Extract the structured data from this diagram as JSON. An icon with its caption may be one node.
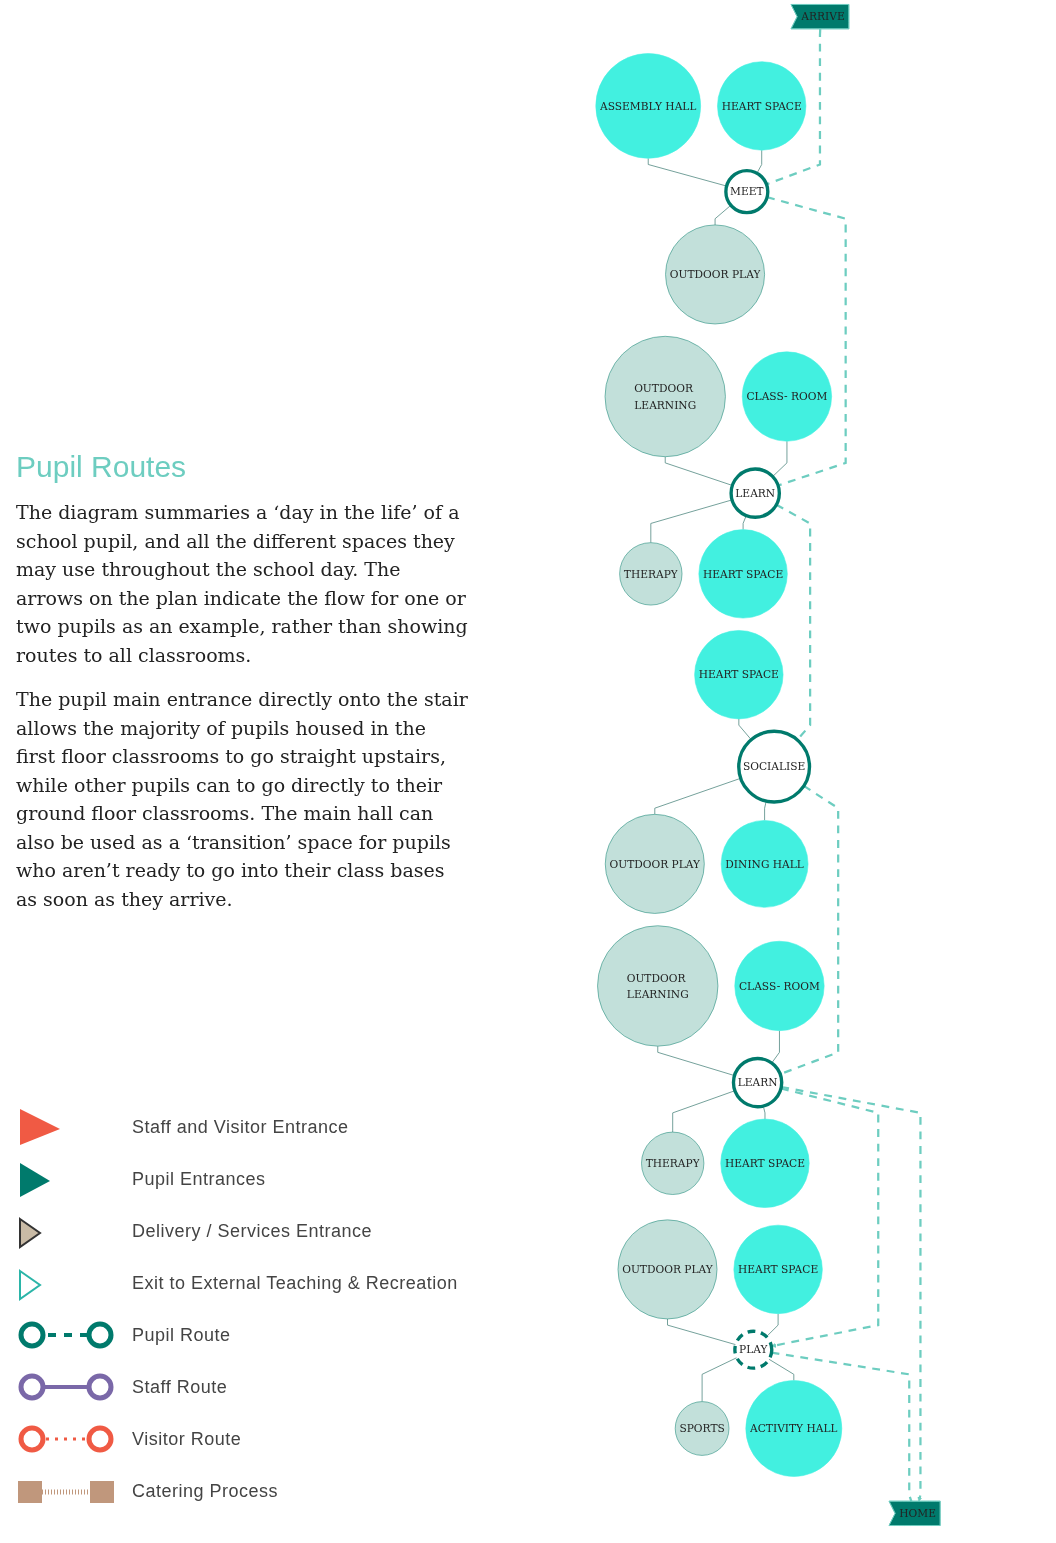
{
  "diagram": {
    "title": "Pupil Routes",
    "nodes": [
      {
        "text": [
          "ARRIVE"
        ]
      },
      {
        "text": [
          "MEET"
        ]
      },
      {
        "text": [
          "ASSEMBLY HALL"
        ]
      },
      {
        "text": [
          "HEART SPACE"
        ]
      },
      {
        "text": [
          "OUTDOOR PLAY"
        ]
      },
      {
        "text": [
          "LEARN"
        ]
      },
      {
        "text": [
          "OUTDOOR LEARNING"
        ]
      },
      {
        "text": [
          "CLASS- ROOM"
        ]
      },
      {
        "text": [
          "THERAPY"
        ]
      },
      {
        "text": [
          "HEART SPACE"
        ]
      },
      {
        "text": [
          "SOCIALISE"
        ]
      },
      {
        "text": [
          "HEART SPACE"
        ]
      },
      {
        "text": [
          "OUTDOOR PLAY"
        ]
      },
      {
        "text": [
          "DINING HALL"
        ]
      },
      {
        "text": [
          "LEARN"
        ]
      },
      {
        "text": [
          "OUTDOOR LEARNING"
        ]
      },
      {
        "text": [
          "CLASS- ROOM"
        ]
      },
      {
        "text": [
          "THERAPY"
        ]
      },
      {
        "text": [
          "HEART SPACE"
        ]
      },
      {
        "text": [
          "PLAY"
        ]
      },
      {
        "text": [
          "OUTDOOR PLAY"
        ]
      },
      {
        "text": [
          "HEART SPACE"
        ]
      },
      {
        "text": [
          "SPORTS"
        ]
      },
      {
        "text": [
          "ACTIVITY HALL"
        ]
      },
      {
        "text": [
          "HOME"
        ]
      }
    ],
    "edges": [
      {
        "from": 0,
        "to": 1,
        "arrow": "none",
        "style": "dashed",
        "color": "#6dcdc0"
      },
      {
        "from": 1,
        "to": 2,
        "arrow": "none"
      },
      {
        "from": 1,
        "to": 3,
        "arrow": "none"
      },
      {
        "from": 1,
        "to": 4,
        "arrow": "none"
      },
      {
        "from": 1,
        "to": 5,
        "arrow": "none",
        "style": "dashed",
        "color": "#6dcdc0"
      },
      {
        "from": 5,
        "to": 6,
        "arrow": "none"
      },
      {
        "from": 5,
        "to": 7,
        "arrow": "none"
      },
      {
        "from": 5,
        "to": 8,
        "arrow": "none"
      },
      {
        "from": 5,
        "to": 9,
        "arrow": "none"
      },
      {
        "from": 5,
        "to": 10,
        "arrow": "none",
        "style": "dashed",
        "color": "#6dcdc0"
      },
      {
        "from": 10,
        "to": 11,
        "arrow": "none"
      },
      {
        "from": 10,
        "to": 12,
        "arrow": "none"
      },
      {
        "from": 10,
        "to": 13,
        "arrow": "none"
      },
      {
        "from": 10,
        "to": 14,
        "arrow": "none",
        "style": "dashed",
        "color": "#6dcdc0"
      },
      {
        "from": 14,
        "to": 15,
        "arrow": "none"
      },
      {
        "from": 14,
        "to": 16,
        "arrow": "none"
      },
      {
        "from": 14,
        "to": 17,
        "arrow": "none"
      },
      {
        "from": 14,
        "to": 18,
        "arrow": "none"
      },
      {
        "from": 14,
        "to": 19,
        "arrow": "to",
        "style": "dashed",
        "color": "#6dcdc0"
      },
      {
        "from": 14,
        "to": 24,
        "arrow": "to",
        "style": "dashed",
        "color": "#6dcdc0"
      },
      {
        "from": 19,
        "to": 20,
        "arrow": "none"
      },
      {
        "from": 19,
        "to": 21,
        "arrow": "none"
      },
      {
        "from": 19,
        "to": 22,
        "arrow": "none"
      },
      {
        "from": 19,
        "to": 23,
        "arrow": "none"
      },
      {
        "from": 19,
        "to": 24,
        "arrow": "none",
        "style": "dashed",
        "color": "#6dcdc0"
      }
    ],
    "labels": [
      "The diagram summaries a ‘day in the life’ of a school pupil, and all the different spaces they may use throughout the school day. The arrows on the plan indicate the flow for one or two pupils as an example, rather than showing routes to all classrooms.",
      "The pupil main entrance directly onto the stair allows the majority of pupils housed in the first floor classrooms to go straight upstairs, while other pupils can to go directly to their ground floor classrooms. The  main hall can also be used as a ‘transition’ space for pupils who aren’t ready to go into their class bases as soon as they arrive."
    ],
    "legend": [
      {
        "text": "Staff and Visitor Entrance"
      },
      {
        "text": "Pupil Entrances"
      },
      {
        "text": "Delivery / Services Entrance"
      },
      {
        "text": "Exit to External Teaching & Recreation"
      },
      {
        "text": "Pupil Route"
      },
      {
        "text": "Staff Route"
      },
      {
        "text": "Visitor Route"
      },
      {
        "text": "Catering Process"
      }
    ]
  }
}
